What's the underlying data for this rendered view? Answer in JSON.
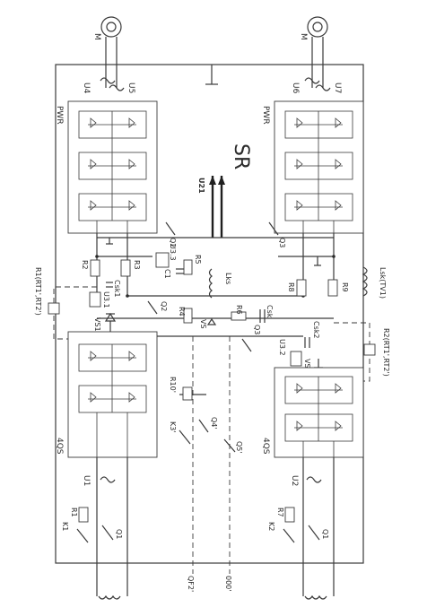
{
  "motors": {
    "left": "M",
    "right": "M"
  },
  "sensors": {
    "u4": "U4",
    "u5": "U5",
    "u6": "U6",
    "u7": "U7",
    "u1": "U1",
    "u2": "U2"
  },
  "blocks": {
    "pwr_top": "PWR",
    "pwr_bottom": "PWR",
    "fourqs_top": "4QS",
    "fourqs_bottom": "4QS"
  },
  "bus_labels": {
    "sr": "SR",
    "u21": "U21"
  },
  "upper": {
    "r2": "R2",
    "r3": "R3",
    "csk1": "Csk1",
    "u31": "U3.1",
    "q2_right": "Q2",
    "q2_left": "Q2",
    "u33": "U3.3",
    "c1": "C1",
    "r5": "R5",
    "r4": "R4",
    "lks": "Lks",
    "vs": "VS",
    "vs1": "VS1'",
    "r1rt": "R1(RT1',RT2')"
  },
  "lower": {
    "q3_right": "Q3",
    "r8": "R8",
    "r9": "R9",
    "lsk": "Lsk(TV1)",
    "r6": "R6",
    "csk": "Csk",
    "q3_left": "Q3",
    "csk2": "Csk2",
    "u32": "U3.2",
    "vs2": "VS2'",
    "r2rt": "R2(RT1',RT2')"
  },
  "middle": {
    "k3": "K3'",
    "r10": "R10'",
    "q4": "Q4'",
    "q5": "Q5'"
  },
  "supply": {
    "k1": "K1",
    "r1": "R1",
    "q1_top": "Q1",
    "k2": "K2",
    "r7": "R7",
    "q1_bottom": "Q1",
    "qf2": "QF2'",
    "ooo": "000'"
  }
}
